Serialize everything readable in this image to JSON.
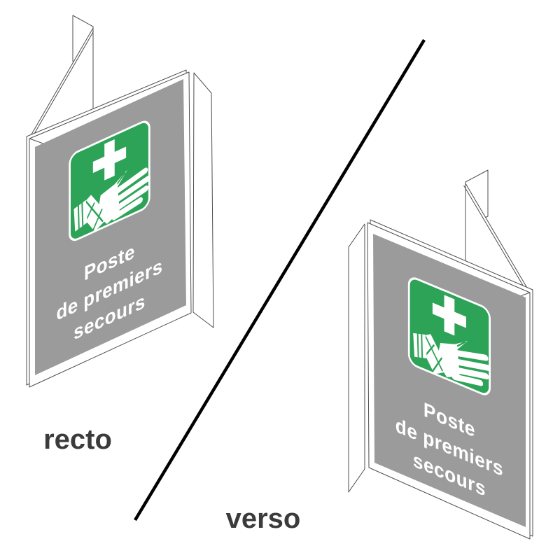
{
  "page": {
    "background": "#ffffff"
  },
  "colors": {
    "green": "#2da358",
    "panel_gray": "#9b9b9b",
    "outline": "#4d4d4d",
    "label_text": "#3b3b3b",
    "sign_text": "#ffffff",
    "divider": "#000000"
  },
  "icons": {
    "pictogram": "first-aid-cross-hand-bandage-icon"
  },
  "signs": {
    "recto": {
      "label": "recto",
      "panel_text_lines": [
        "Poste",
        "de premiers",
        "secours"
      ]
    },
    "verso": {
      "label": "verso",
      "panel_text_lines": [
        "Poste",
        "de premiers",
        "secours"
      ]
    }
  }
}
